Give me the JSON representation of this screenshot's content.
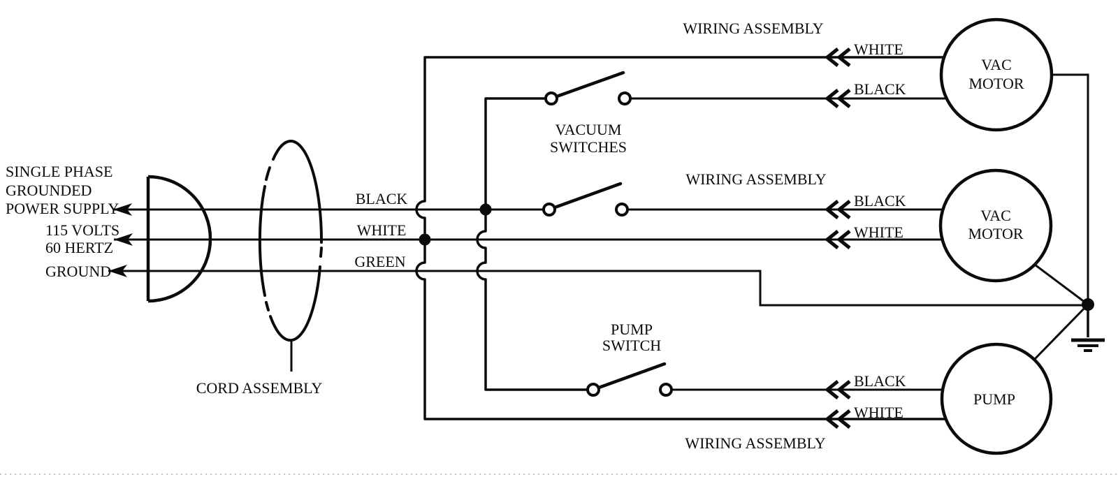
{
  "labels": {
    "power_supply_line1": "SINGLE PHASE",
    "power_supply_line2": "GROUNDED",
    "power_supply_line3": "POWER SUPPLY",
    "volts": "115 VOLTS",
    "hertz": "60 HERTZ",
    "ground": "GROUND",
    "cord_assembly": "CORD ASSEMBLY",
    "vacuum_switches_line1": "VACUUM",
    "vacuum_switches_line2": "SWITCHES",
    "pump_switch_line1": "PUMP",
    "pump_switch_line2": "SWITCH",
    "wiring_assembly": "WIRING ASSEMBLY"
  },
  "cord_wires": {
    "black": "BLACK",
    "white": "WHITE",
    "green": "GREEN"
  },
  "motors": {
    "vac1_line1": "VAC",
    "vac1_line2": "MOTOR",
    "vac2_line1": "VAC",
    "vac2_line2": "MOTOR",
    "pump_label": "PUMP"
  },
  "wire_tags": {
    "vac1_top": "WHITE",
    "vac1_bottom": "BLACK",
    "vac2_top": "BLACK",
    "vac2_bottom": "WHITE",
    "pump_top": "BLACK",
    "pump_bottom": "WHITE"
  },
  "colors": {
    "line": "#0b0b0b",
    "background": "#ffffff",
    "bottom_dotted_border": "#d9baba"
  }
}
